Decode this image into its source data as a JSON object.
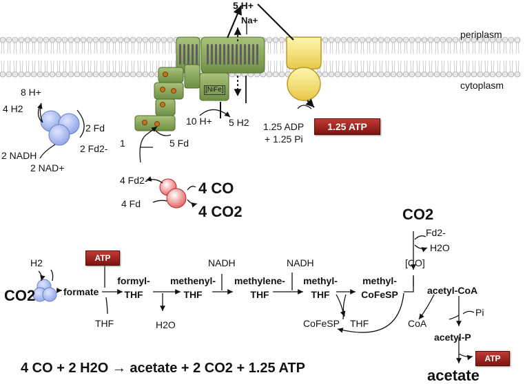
{
  "membrane": {
    "periplasm": "periplasm",
    "cytoplasm": "cytoplasm"
  },
  "rnf": {
    "h_out": "5 H+",
    "na_out": "Na+",
    "nife": "[NiFe]",
    "h_in": "10 H+",
    "h2": "5 H2",
    "fd": "5 Fd",
    "step": "1"
  },
  "atp_synthase": {
    "adp": "1.25 ADP",
    "pi": "+ 1.25 Pi",
    "atp": "1.25 ATP"
  },
  "hydrogenase": {
    "h_plus": "8 H+",
    "h2": "4 H2",
    "nadh": "2 NADH",
    "nad": "2 NAD+",
    "fd": "2 Fd",
    "fd_red": "2 Fd2-"
  },
  "codh": {
    "fd_red": "4 Fd2-",
    "fd": "4 Fd",
    "co": "4 CO",
    "co2": "4 CO2"
  },
  "wl": {
    "co2_left": "CO2",
    "h2": "H2",
    "formate": "formate",
    "atp": "ATP",
    "formyl": "formyl-",
    "methenyl": "methenyl-",
    "methylene": "methylene-",
    "methyl": "methyl-",
    "methyl_cofesp": "methyl-",
    "cofesp_label": "CoFeSP",
    "thf": "THF",
    "thf_in": "THF",
    "h2o": "H2O",
    "nadh1": "NADH",
    "nadh2": "NADH",
    "cofesp_free": "CoFeSP",
    "thf_out": "THF",
    "co2_top": "CO2",
    "fd_top": "Fd2-",
    "h2o_top": "H2O",
    "co_br": "[CO]",
    "acetyl_coa": "acetyl-CoA",
    "coa": "CoA",
    "pi": "Pi",
    "acetyl_p": "acetyl-P",
    "atp2": "ATP",
    "acetate": "acetate"
  },
  "equation": {
    "text": "4 CO + 2 H2O → acetate + 2 CO2 + 1.25 ATP"
  }
}
